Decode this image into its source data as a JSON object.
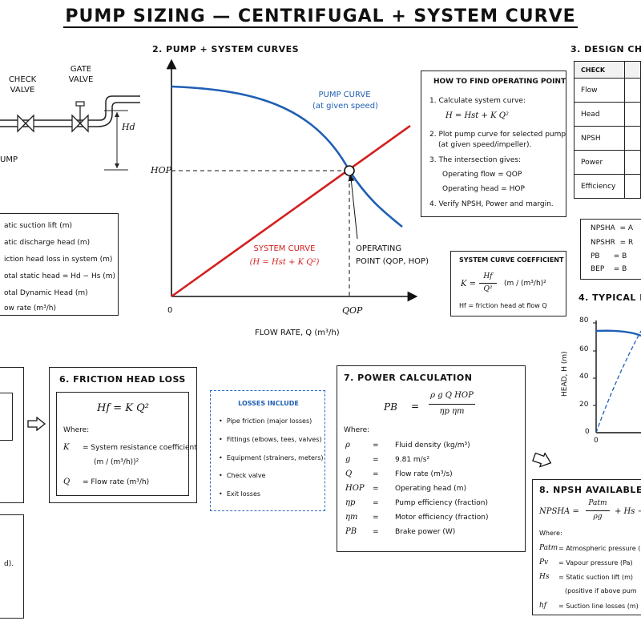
{
  "title": "PUMP SIZING — CENTRIFUGAL + SYSTEM CURVE",
  "piping": {
    "check_valve": [
      "CHECK",
      "VALVE"
    ],
    "gate_valve": [
      "GATE",
      "VALVE"
    ],
    "hd_label": "Hd",
    "pump_label": "UMP"
  },
  "legend_left": [
    "atic suction lift (m)",
    "atic discharge head (m)",
    "iction head loss in system (m)",
    "otal static head = Hd − Hs (m)",
    "otal Dynamic Head (m)",
    "ow rate (m³/h)"
  ],
  "section2": {
    "heading": "2. PUMP + SYSTEM CURVES",
    "pump_curve_label": [
      "PUMP CURVE",
      "(at given speed)"
    ],
    "system_curve_label": [
      "SYSTEM CURVE",
      "(H = Hst + K Q²)"
    ],
    "operating_point_label": [
      "OPERATING",
      "POINT (QOP, HOP)"
    ],
    "hop_label": "HOP",
    "qop_label": "QOP",
    "origin": "0",
    "x_axis_label": "FLOW RATE, Q (m³/h)"
  },
  "how_to": {
    "heading": "HOW TO FIND OPERATING POINT",
    "step1": "1. Calculate system curve:",
    "eq1": "H = Hst + K Q²",
    "step2a": "2. Plot pump curve for selected pump",
    "step2b": "(at given speed/impeller).",
    "step3": "3. The intersection gives:",
    "op_flow": "Operating flow = QOP",
    "op_head": "Operating head = HOP",
    "step4": "4. Verify NPSH, Power and margin."
  },
  "sys_coef": {
    "heading": "SYSTEM CURVE COEFFICIENT",
    "eq_left": "K =",
    "num": "Hf",
    "den": "Q²",
    "units": "(m / (m³/h)²",
    "note": "Hf = friction head at flow Q"
  },
  "section3": {
    "heading": "3. DESIGN CH",
    "col": "CHECK",
    "rows": [
      "Flow",
      "Head",
      "NPSH",
      "Power",
      "Efficiency"
    ]
  },
  "abbrev": [
    {
      "k": "NPSHA",
      "v": "= A"
    },
    {
      "k": "NPSHR",
      "v": "= R"
    },
    {
      "k": "PB",
      "v": "= B"
    },
    {
      "k": "BEP",
      "v": "= B"
    }
  ],
  "section4": {
    "heading": "4. TYPICAL P",
    "y_axis_label": "HEAD, H (m)",
    "ticks": [
      "80",
      "60",
      "40",
      "20",
      "0"
    ],
    "x_origin": "0"
  },
  "section6": {
    "heading": "6. FRICTION HEAD LOSS",
    "eq": "Hf = K Q²",
    "where": "Where:",
    "k_sym": "K",
    "k_desc1": "= System resistance coefficient",
    "k_desc2": "(m / (m³/h))²",
    "q_sym": "Q",
    "q_desc": "= Flow rate (m³/h)"
  },
  "losses": {
    "heading": "LOSSES INCLUDE",
    "items": [
      "Pipe friction (major losses)",
      "Fittings (elbows, tees, valves)",
      "Equipment (strainers, meters)",
      "Check valve",
      "Exit losses"
    ]
  },
  "section7": {
    "heading": "7. POWER CALCULATION",
    "lhs": "PB",
    "eq_sign": "=",
    "num": "ρ g Q HOP",
    "den": "ηp ηm",
    "where": "Where:",
    "vars": [
      {
        "s": "ρ",
        "d": "Fluid density (kg/m³)"
      },
      {
        "s": "g",
        "d": "9.81 m/s²"
      },
      {
        "s": "Q",
        "d": "Flow rate (m³/s)"
      },
      {
        "s": "HOP",
        "d": "Operating head (m)"
      },
      {
        "s": "ηp",
        "d": "Pump efficiency (fraction)"
      },
      {
        "s": "ηm",
        "d": "Motor efficiency (fraction)"
      },
      {
        "s": "PB",
        "d": "Brake power (W)"
      }
    ]
  },
  "section8": {
    "heading": "8. NPSH AVAILABLE (NPS",
    "lhs": "NPSHA =",
    "num": "Patm",
    "den": "ρg",
    "rest": "+ Hs −",
    "where": "Where:",
    "vars": [
      {
        "s": "Patm",
        "d": "= Atmospheric pressure ("
      },
      {
        "s": "Pv",
        "d": "= Vapour pressure (Pa)"
      },
      {
        "s": "Hs",
        "d": "= Static suction lift (m)"
      },
      {
        "s": "",
        "d": "(positive if above pum"
      },
      {
        "s": "hf",
        "d": "= Suction line losses (m)"
      }
    ]
  },
  "left_fragment": "d).",
  "colors": {
    "pump_curve": "#1f5fb5",
    "system_curve": "#d42020",
    "dashed_box": "#2f6fbf"
  }
}
